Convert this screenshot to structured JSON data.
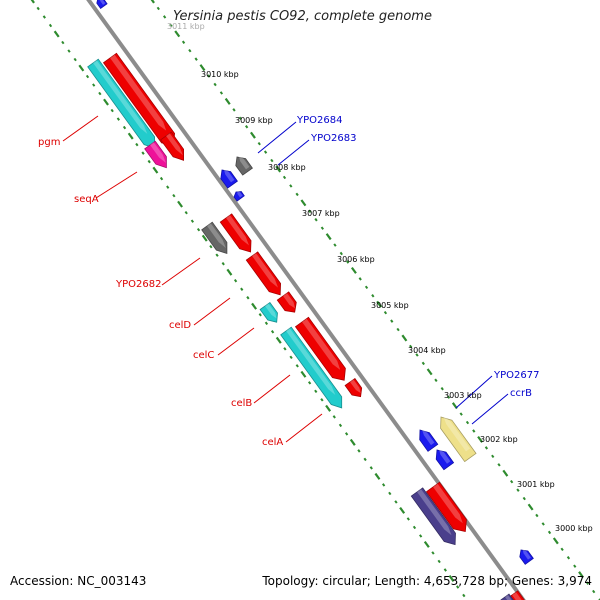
{
  "title": "Yersinia pestis CO92, complete genome",
  "footer": {
    "accession": "Accession: NC_003143",
    "summary": "Topology: circular; Length: 4,653,728 bp; Genes: 3,974"
  },
  "colors": {
    "backbone": "#8c8c8c",
    "tick": "#2e8b2e",
    "gene_red": "#ee0000",
    "gene_cyan": "#22cccc",
    "gene_magenta": "#ee1199",
    "gene_grey": "#666666",
    "gene_blue": "#1a1aee",
    "gene_khaki": "#eee08a",
    "gene_navy": "#4a3f8c",
    "label_red": "#dd0000",
    "label_blue": "#0000cc"
  },
  "kbp_labels": [
    {
      "id": "3011",
      "text": "3011 kbp"
    },
    {
      "id": "3010",
      "text": "3010 kbp"
    },
    {
      "id": "3009",
      "text": "3009 kbp"
    },
    {
      "id": "3008",
      "text": "3008 kbp"
    },
    {
      "id": "3007",
      "text": "3007 kbp"
    },
    {
      "id": "3006",
      "text": "3006 kbp"
    },
    {
      "id": "3005",
      "text": "3005 kbp"
    },
    {
      "id": "3004",
      "text": "3004 kbp"
    },
    {
      "id": "3003",
      "text": "3003 kbp"
    },
    {
      "id": "3002",
      "text": "3002 kbp"
    },
    {
      "id": "3001",
      "text": "3001 kbp"
    },
    {
      "id": "3000",
      "text": "3000 kbp"
    }
  ],
  "gene_labels_left": [
    {
      "id": "pgm",
      "text": "pgm"
    },
    {
      "id": "seqA",
      "text": "seqA"
    },
    {
      "id": "YPO2682",
      "text": "YPO2682"
    },
    {
      "id": "celD",
      "text": "celD"
    },
    {
      "id": "celC",
      "text": "celC"
    },
    {
      "id": "celB",
      "text": "celB"
    },
    {
      "id": "celA",
      "text": "celA"
    }
  ],
  "gene_labels_right": [
    {
      "id": "YPO2684",
      "text": "YPO2684"
    },
    {
      "id": "YPO2683",
      "text": "YPO2683"
    },
    {
      "id": "YPO2677",
      "text": "YPO2677"
    },
    {
      "id": "ccrB",
      "text": "ccrB"
    }
  ],
  "genes": [
    {
      "id": "g-red-1",
      "color": "gene_red",
      "strand": "plus",
      "layer": 1
    },
    {
      "id": "g-cyan-1",
      "color": "gene_cyan",
      "strand": "plus",
      "layer": 2
    },
    {
      "id": "g-red-2",
      "color": "gene_red",
      "strand": "plus",
      "layer": 1
    },
    {
      "id": "g-magenta-1",
      "color": "gene_magenta",
      "strand": "plus",
      "layer": 2
    },
    {
      "id": "g-grey-1",
      "color": "gene_grey",
      "strand": "plus",
      "layer": 2
    },
    {
      "id": "g-red-3",
      "color": "gene_red",
      "strand": "plus",
      "layer": 1
    },
    {
      "id": "g-red-4",
      "color": "gene_red",
      "strand": "plus",
      "layer": 1
    },
    {
      "id": "g-red-5",
      "color": "gene_red",
      "strand": "plus",
      "layer": 1
    },
    {
      "id": "g-cyan-2",
      "color": "gene_cyan",
      "strand": "plus",
      "layer": 2
    },
    {
      "id": "g-red-6",
      "color": "gene_red",
      "strand": "plus",
      "layer": 1
    },
    {
      "id": "g-cyan-3",
      "color": "gene_cyan",
      "strand": "plus",
      "layer": 2
    },
    {
      "id": "g-red-7",
      "color": "gene_red",
      "strand": "plus",
      "layer": 1
    },
    {
      "id": "g-navy-1",
      "color": "gene_navy",
      "strand": "plus",
      "layer": 2
    },
    {
      "id": "g-red-8",
      "color": "gene_red",
      "strand": "plus",
      "layer": 1
    },
    {
      "id": "g-red-9",
      "color": "gene_red",
      "strand": "plus",
      "layer": 1
    },
    {
      "id": "g-navy-2",
      "color": "gene_navy",
      "strand": "plus",
      "layer": 2
    },
    {
      "id": "g-grey-2",
      "color": "gene_grey",
      "strand": "minus",
      "layer": 2
    },
    {
      "id": "g-blue-1",
      "color": "gene_blue",
      "strand": "minus",
      "layer": 1
    },
    {
      "id": "g-blue-2",
      "color": "gene_blue",
      "strand": "minus",
      "layer": 1
    },
    {
      "id": "g-khaki-1",
      "color": "gene_khaki",
      "strand": "minus",
      "layer": 2
    },
    {
      "id": "g-blue-3",
      "color": "gene_blue",
      "strand": "minus",
      "layer": 1
    },
    {
      "id": "g-blue-4",
      "color": "gene_blue",
      "strand": "minus",
      "layer": 1
    },
    {
      "id": "g-blue-5",
      "color": "gene_blue",
      "strand": "minus",
      "layer": 1
    },
    {
      "id": "g-blue-6",
      "color": "gene_blue",
      "strand": "minus",
      "layer": 1
    }
  ]
}
